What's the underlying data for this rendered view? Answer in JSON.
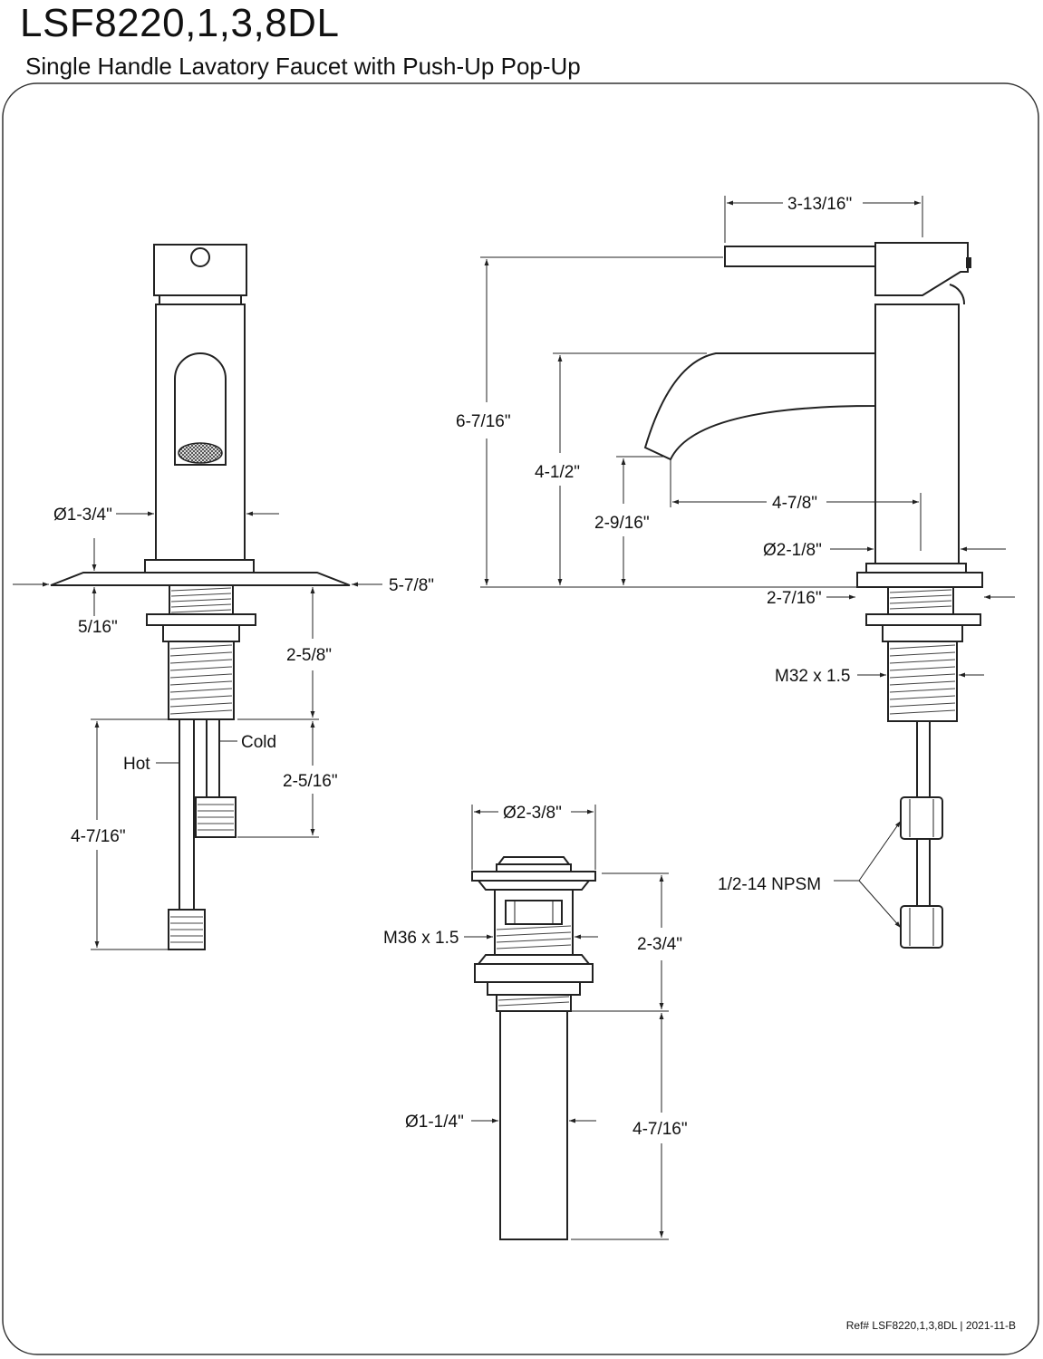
{
  "header": {
    "model": "LSF8220,1,3,8DL",
    "description": "Single Handle Lavatory Faucet with Push-Up Pop-Up"
  },
  "front_view": {
    "body_diameter": "Ø1-3/4\"",
    "base_thickness": "5/16\"",
    "base_width": "5-7/8\"",
    "shank_length": "2-5/8\"",
    "cold_supply_label": "Cold",
    "hot_supply_label": "Hot",
    "cold_supply_length": "2-5/16\"",
    "hot_supply_length": "4-7/16\""
  },
  "side_view": {
    "handle_reach": "3-13/16\"",
    "overall_height": "6-7/16\"",
    "spout_height": "4-1/2\"",
    "spout_reach": "4-7/8\"",
    "aerator_height": "2-9/16\"",
    "body_diameter": "Ø2-1/8\"",
    "base_diameter": "2-7/16\"",
    "shank_thread": "M32 x 1.5",
    "supply_thread": "1/2-14 NPSM"
  },
  "drain_view": {
    "flange_diameter": "Ø2-3/8\"",
    "body_thread": "M36 x 1.5",
    "body_height": "2-3/4\"",
    "tailpiece_diameter": "Ø1-1/4\"",
    "tailpiece_length": "4-7/16\""
  },
  "footer": {
    "reference": "Ref# LSF8220,1,3,8DL | 2021-11-B"
  }
}
